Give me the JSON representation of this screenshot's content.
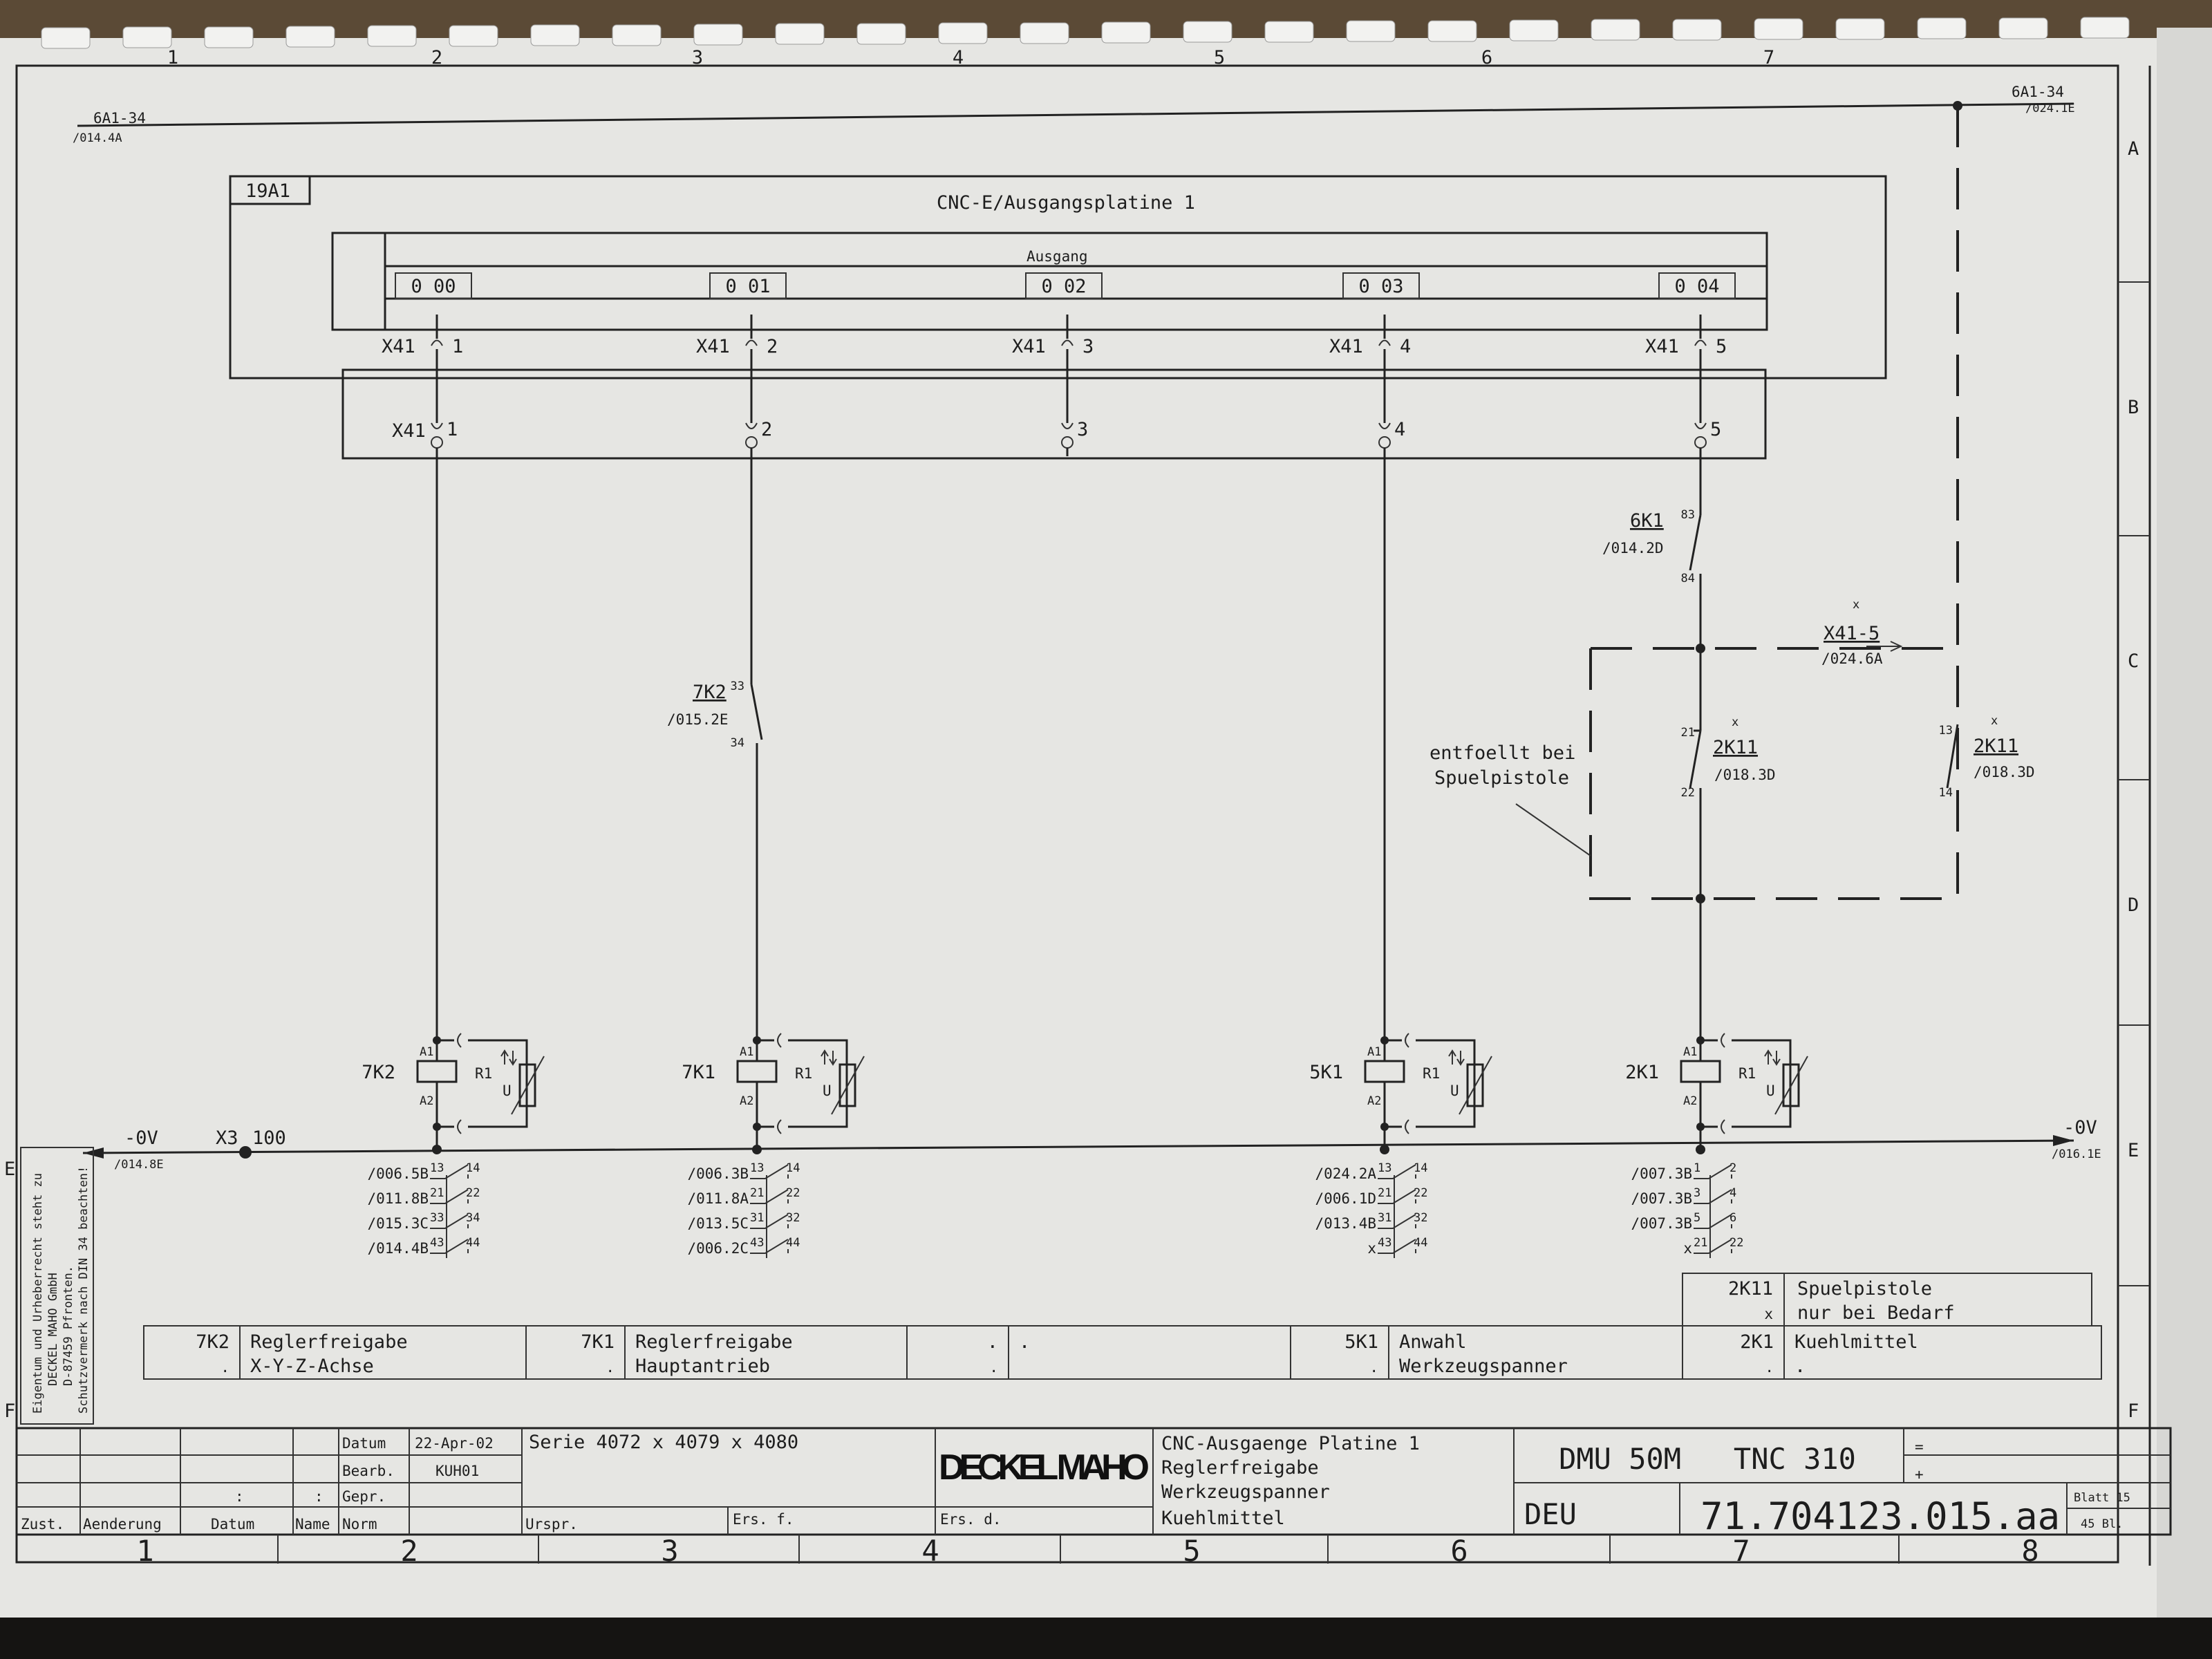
{
  "grid": {
    "columns": [
      "1",
      "2",
      "3",
      "4",
      "5",
      "6",
      "7",
      "8"
    ],
    "rows": [
      "A",
      "B",
      "C",
      "D",
      "E",
      "F"
    ]
  },
  "top_bus": {
    "left_label": "6A1-34",
    "left_ref": "/014.4A",
    "right_label": "6A1-34",
    "right_ref": "/024.1E"
  },
  "board": {
    "id": "19A1",
    "title": "CNC-E/Ausgangsplatine 1",
    "group_label": "Ausgang"
  },
  "channels": [
    {
      "output": "0 00",
      "conn": "X41",
      "pin": "1"
    },
    {
      "output": "0 01",
      "conn": "X41",
      "pin": "2"
    },
    {
      "output": "0 02",
      "conn": "X41",
      "pin": "3"
    },
    {
      "output": "0 03",
      "conn": "X41",
      "pin": "4"
    },
    {
      "output": "0 04",
      "conn": "X41",
      "pin": "5"
    }
  ],
  "branch_contacts": {
    "k7k2": {
      "name": "7K2",
      "ref": "/015.2E",
      "pin_a": "33",
      "pin_b": "34"
    },
    "k6k1": {
      "name": "6K1",
      "ref": "/014.2D",
      "pin_a": "83",
      "pin_b": "84"
    },
    "k2k11_nc": {
      "name": "2K11",
      "ref": "/018.3D",
      "pin_a": "21",
      "pin_b": "22",
      "mark": "x"
    },
    "k2k11_no": {
      "name": "2K11",
      "ref": "/018.3D",
      "pin_a": "13",
      "pin_b": "14",
      "mark": "x"
    },
    "crossref": {
      "name": "X41-5",
      "ref": "/024.6A",
      "mark": "x"
    },
    "note": [
      "entfoellt bei",
      "Spuelpistole"
    ]
  },
  "relays": [
    {
      "name": "7K2",
      "a1": "A1",
      "a2": "A2",
      "suppressor": "R1",
      "u": "U",
      "contacts": [
        {
          "ref": "/006.5B",
          "p1": "13",
          "p2": "14"
        },
        {
          "ref": "/011.8B",
          "p1": "21",
          "p2": "22"
        },
        {
          "ref": "/015.3C",
          "p1": "33",
          "p2": "34"
        },
        {
          "ref": "/014.4B",
          "p1": "43",
          "p2": "44"
        }
      ]
    },
    {
      "name": "7K1",
      "a1": "A1",
      "a2": "A2",
      "suppressor": "R1",
      "u": "U",
      "contacts": [
        {
          "ref": "/006.3B",
          "p1": "13",
          "p2": "14"
        },
        {
          "ref": "/011.8A",
          "p1": "21",
          "p2": "22"
        },
        {
          "ref": "/013.5C",
          "p1": "31",
          "p2": "32"
        },
        {
          "ref": "/006.2C",
          "p1": "43",
          "p2": "44"
        }
      ]
    },
    {
      "name": "5K1",
      "a1": "A1",
      "a2": "A2",
      "suppressor": "R1",
      "u": "U",
      "contacts": [
        {
          "ref": "/024.2A",
          "p1": "13",
          "p2": "14"
        },
        {
          "ref": "/006.1D",
          "p1": "21",
          "p2": "22"
        },
        {
          "ref": "/013.4B",
          "p1": "31",
          "p2": "32"
        },
        {
          "ref": "x",
          "p1": "43",
          "p2": "44"
        }
      ]
    },
    {
      "name": "2K1",
      "a1": "A1",
      "a2": "A2",
      "suppressor": "R1",
      "u": "U",
      "contacts": [
        {
          "ref": "/007.3B",
          "p1": "1",
          "p2": "2"
        },
        {
          "ref": "/007.3B",
          "p1": "3",
          "p2": "4"
        },
        {
          "ref": "/007.3B",
          "p1": "5",
          "p2": "6"
        },
        {
          "ref": "x",
          "p1": "21",
          "p2": "22"
        }
      ]
    }
  ],
  "zero_bus": {
    "left_label": "-0V",
    "left_ref": "/014.8E",
    "terminal": "X3",
    "terminal_pin": "100",
    "right_label": "-0V",
    "right_ref": "/016.1E"
  },
  "legend": [
    {
      "id": "7K2",
      "mark": ".",
      "line1": "Reglerfreigabe",
      "line2": "X-Y-Z-Achse"
    },
    {
      "id": "7K1",
      "mark": ".",
      "line1": "Reglerfreigabe",
      "line2": "Hauptantrieb"
    },
    {
      "id": ".",
      "mark": ".",
      "line1": ".",
      "line2": ""
    },
    {
      "id": "5K1",
      "mark": ".",
      "line1": "Anwahl",
      "line2": "Werkzeugspanner"
    },
    {
      "id": "2K1",
      "mark": ".",
      "line1": "Kuehlmittel",
      "line2": "."
    }
  ],
  "legend_extra": {
    "id": "2K11",
    "mark": "x",
    "line1": "Spuelpistole",
    "line2": "nur bei Bedarf"
  },
  "side_note": [
    "Eigentum und Urheberrecht steht zu",
    "DECKEL MAHO GmbH",
    "D-87459 Pfronten.",
    "Schutzvermerk nach DIN 34 beachten!"
  ],
  "title_block": {
    "rev_headers": {
      "zust": "Zust.",
      "aenderung": "Aenderung",
      "datum": "Datum",
      "name": "Name"
    },
    "rev_marks": [
      ":",
      ":"
    ],
    "datum_label": "Datum",
    "datum_value": "22-Apr-02",
    "bearb_label": "Bearb.",
    "bearb_value": "KUH01",
    "gepr_label": "Gepr.",
    "norm_label": "Norm",
    "serie": "Serie 4072 x 4079 x 4080",
    "urspr": "Urspr.",
    "ers_f": "Ers. f.",
    "ers_d": "Ers. d.",
    "logo": "DECKEL MAHO",
    "description": [
      "CNC-Ausgaenge Platine 1",
      "Reglerfreigabe",
      "Werkzeugspanner",
      "Kuehlmittel"
    ],
    "machine": "DMU 50M   TNC 310",
    "eq": "=",
    "plus": "+",
    "lang": "DEU",
    "drawing_no": "71.704123.015.aa",
    "sheet": "Blatt 15",
    "sheets_total": "45 Bl."
  }
}
